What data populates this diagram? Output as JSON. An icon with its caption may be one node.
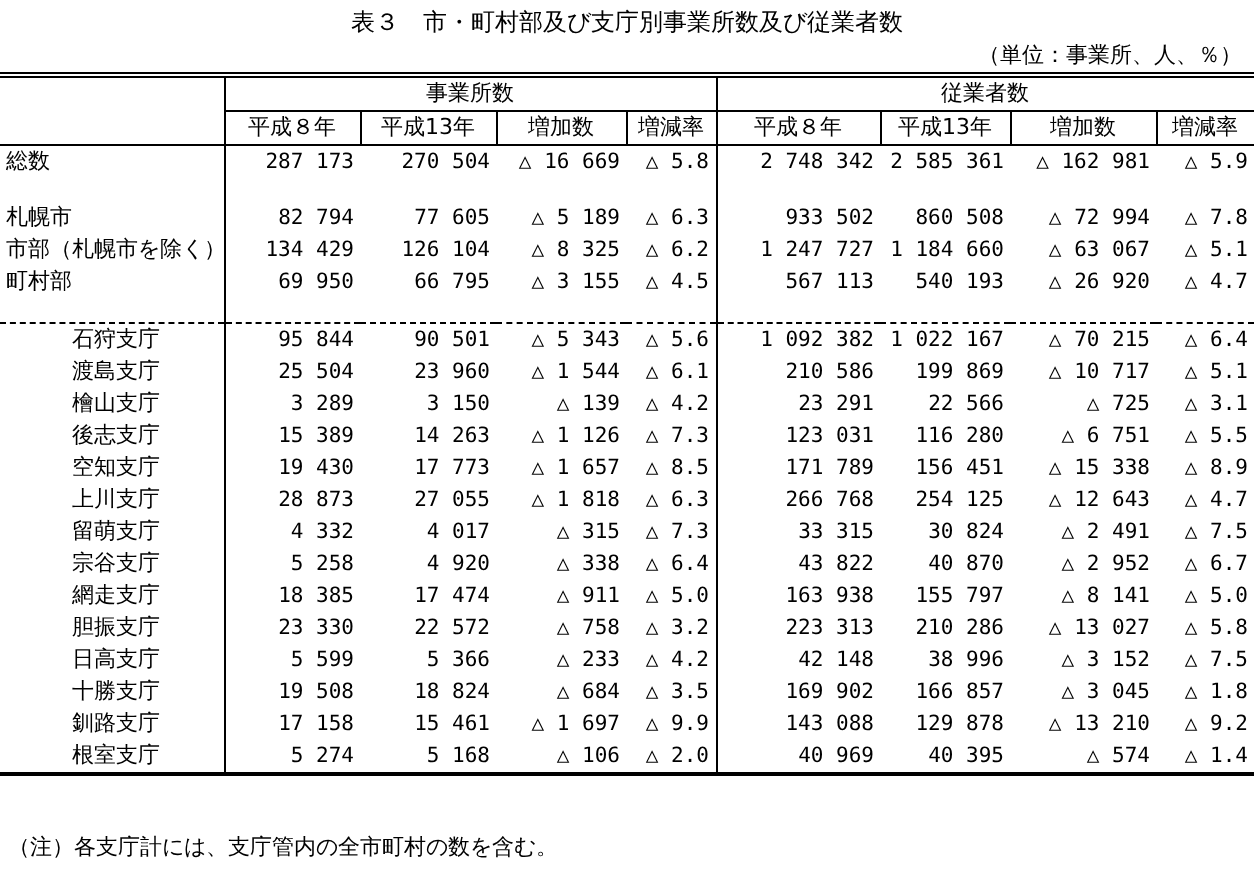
{
  "diagram": {
    "title": "表３　市・町村部及び支庁別事業所数及び従業者数",
    "caption": "（注）各支庁計には、支庁管内の全市町村の数を含む。",
    "labels": [
      "（単位：事業所、人、％）",
      "事業所数",
      "従業者数",
      "平成８年",
      "平成13年",
      "増加数",
      "増減率",
      "平成８年",
      "平成13年",
      "増加数",
      "増減率",
      "総数",
      "287 173",
      "270 504",
      "△ 16 669",
      "△ 5.8",
      "2 748 342",
      "2 585 361",
      "△ 162 981",
      "△ 5.9",
      "札幌市",
      "82 794",
      "77 605",
      "△ 5 189",
      "△ 6.3",
      "933 502",
      "860 508",
      "△ 72 994",
      "△ 7.8",
      "市部（札幌市を除く）",
      "134 429",
      "126 104",
      "△ 8 325",
      "△ 6.2",
      "1 247 727",
      "1 184 660",
      "△ 63 067",
      "△ 5.1",
      "町村部",
      "69 950",
      "66 795",
      "△ 3 155",
      "△ 4.5",
      "567 113",
      "540 193",
      "△ 26 920",
      "△ 4.7",
      "石狩支庁",
      "95 844",
      "90 501",
      "△ 5 343",
      "△ 5.6",
      "1 092 382",
      "1 022 167",
      "△ 70 215",
      "△ 6.4",
      "渡島支庁",
      "25 504",
      "23 960",
      "△ 1 544",
      "△ 6.1",
      "210 586",
      "199 869",
      "△ 10 717",
      "△ 5.1",
      "檜山支庁",
      "3 289",
      "3 150",
      "△ 139",
      "△ 4.2",
      "23 291",
      "22 566",
      "△ 725",
      "△ 3.1",
      "後志支庁",
      "15 389",
      "14 263",
      "△ 1 126",
      "△ 7.3",
      "123 031",
      "116 280",
      "△ 6 751",
      "△ 5.5",
      "空知支庁",
      "19 430",
      "17 773",
      "△ 1 657",
      "△ 8.5",
      "171 789",
      "156 451",
      "△ 15 338",
      "△ 8.9",
      "上川支庁",
      "28 873",
      "27 055",
      "△ 1 818",
      "△ 6.3",
      "266 768",
      "254 125",
      "△ 12 643",
      "△ 4.7",
      "留萌支庁",
      "4 332",
      "4 017",
      "△ 315",
      "△ 7.3",
      "33 315",
      "30 824",
      "△ 2 491",
      "△ 7.5",
      "宗谷支庁",
      "5 258",
      "4 920",
      "△ 338",
      "△ 6.4",
      "43 822",
      "40 870",
      "△ 2 952",
      "△ 6.7",
      "網走支庁",
      "18 385",
      "17 474",
      "△ 911",
      "△ 5.0",
      "163 938",
      "155 797",
      "△ 8 141",
      "△ 5.0",
      "胆振支庁",
      "23 330",
      "22 572",
      "△ 758",
      "△ 3.2",
      "223 313",
      "210 286",
      "△ 13 027",
      "△ 5.8",
      "日高支庁",
      "5 599",
      "5 366",
      "△ 233",
      "△ 4.2",
      "42 148",
      "38 996",
      "△ 3 152",
      "△ 7.5",
      "十勝支庁",
      "19 508",
      "18 824",
      "△ 684",
      "△ 3.5",
      "169 902",
      "166 857",
      "△ 3 045",
      "△ 1.8",
      "釧路支庁",
      "17 158",
      "15 461",
      "△ 1 697",
      "△ 9.9",
      "143 088",
      "129 878",
      "△ 13 210",
      "△ 9.2",
      "根室支庁",
      "5 274",
      "5 168",
      "△ 106",
      "△ 2.0",
      "40 969",
      "40 395",
      "△ 574",
      "△ 1.4"
    ]
  }
}
